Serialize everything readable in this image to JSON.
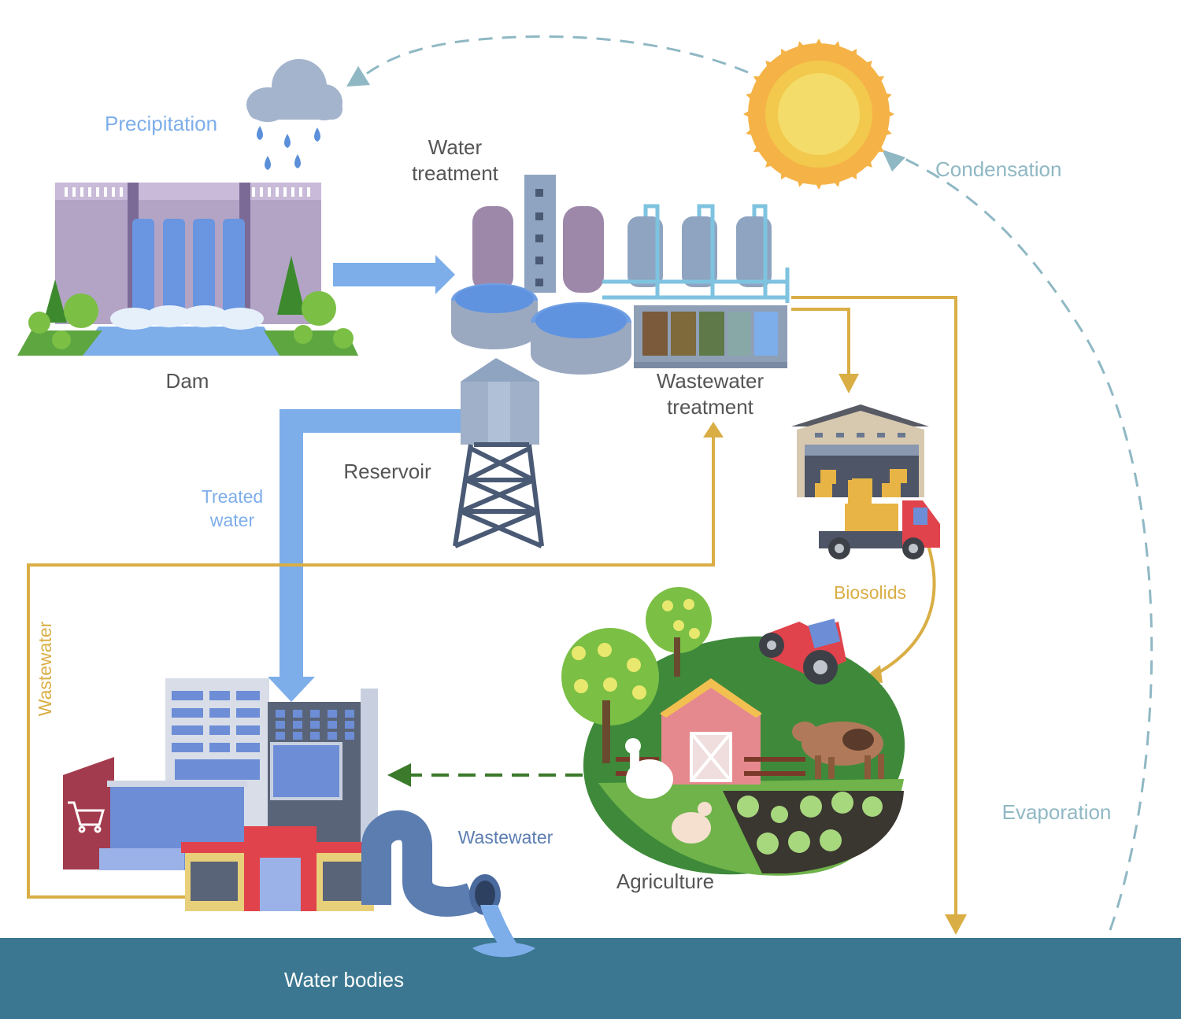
{
  "labels": {
    "precipitation": "Precipitation",
    "water_treatment_line1": "Water",
    "water_treatment_line2": "treatment",
    "condensation": "Condensation",
    "dam": "Dam",
    "wastewater_treatment_line1": "Wastewater",
    "wastewater_treatment_line2": "treatment",
    "reservoir": "Reservoir",
    "treated_water_line1": "Treated",
    "treated_water_line2": "water",
    "biosolids": "Biosolids",
    "wastewater_left": "Wastewater",
    "wastewater_pipe": "Wastewater",
    "agriculture": "Agriculture",
    "evaporation": "Evaporation",
    "water_bodies": "Water bodies"
  },
  "colors": {
    "treated_water": "#7daeea",
    "wastewater": "#d9ae45",
    "evaporation_cycle": "#8fb8c4",
    "agriculture_runoff": "#3a7a2a",
    "water_bodies": "#3b7790"
  },
  "icons": [
    "cloud-rain-icon",
    "sun-icon",
    "dam-icon",
    "treatment-plant-icon",
    "water-tower-icon",
    "warehouse-icon",
    "truck-icon",
    "farm-icon",
    "tractor-icon",
    "city-buildings-icon",
    "shopping-cart-icon",
    "outfall-pipe-icon"
  ]
}
